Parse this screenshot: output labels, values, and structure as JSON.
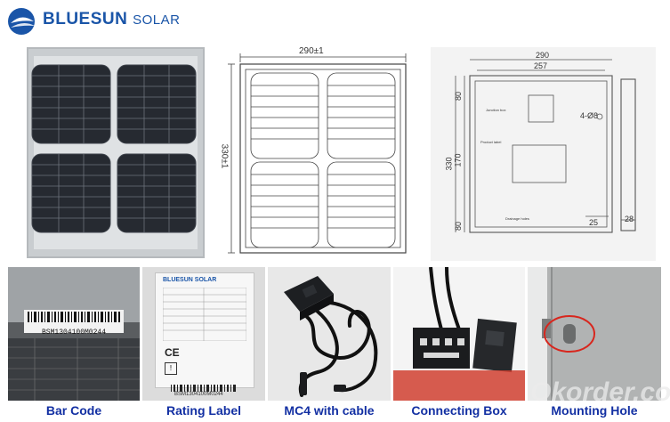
{
  "header": {
    "brand": "BLUESUN",
    "brand_suffix": "SOLAR"
  },
  "drawing_front": {
    "width_dim": "290±1",
    "height_dim": "330±1"
  },
  "drawing_back": {
    "dim_290": "290",
    "dim_257": "257",
    "dim_80_top": "80",
    "dim_170": "170",
    "dim_330": "330",
    "dim_80_bottom": "80",
    "hole_label": "4-Ø8",
    "dim_25": "25",
    "dim_28": "28",
    "junction_box_label": "Junction box",
    "product_label": "Product label",
    "drainage_label": "Drainage holes"
  },
  "barcode_photo": {
    "barcode_text": "BSM1304100M0244"
  },
  "rating_label_photo": {
    "brand": "BLUESUN",
    "brand_suffix": "SOLAR",
    "serial": "BSM1304100M0244"
  },
  "captions": {
    "bar_code": "Bar Code",
    "rating_label": "Rating Label",
    "mc4": "MC4 with cable",
    "connecting_box": "Connecting Box",
    "mounting_hole": "Mounting Hole"
  },
  "watermark": "Okorder.com",
  "colors": {
    "brand_blue": "#1a55a8",
    "caption_blue": "#1330a3",
    "cell_dark": "#1f2329",
    "highlight_red": "#d8261d"
  }
}
